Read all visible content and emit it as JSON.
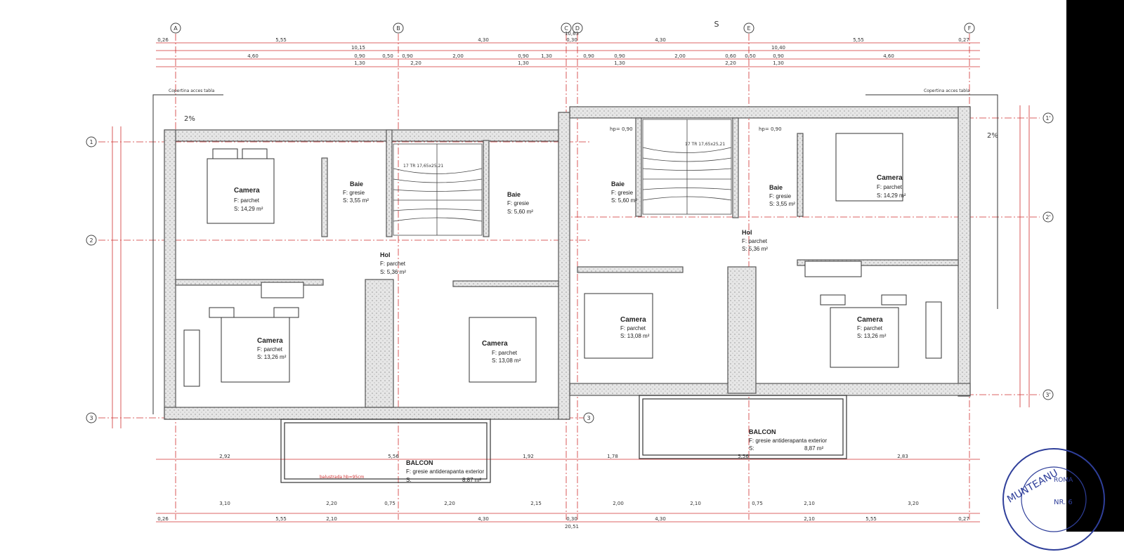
{
  "rooms": {
    "camera_nw": {
      "name": "Camera",
      "finish": "F:  parchet",
      "area": "S: 14,29 m²"
    },
    "baie_1": {
      "name": "Baie",
      "finish": "F:  gresie",
      "area": "S: 3,55 m²"
    },
    "baie_2": {
      "name": "Baie",
      "finish": "F:  gresie",
      "area": "S: 5,60 m²"
    },
    "baie_3": {
      "name": "Baie",
      "finish": "F:  gresie",
      "area": "S: 5,60 m²"
    },
    "baie_4": {
      "name": "Baie",
      "finish": "F:  gresie",
      "area": "S: 3,55 m²"
    },
    "camera_ne": {
      "name": "Camera",
      "finish": "F:  parchet",
      "area": "S: 14,29 m²"
    },
    "hol_w": {
      "name": "Hol",
      "finish": "F:  parchet",
      "area": "S: 5,36 m²"
    },
    "hol_e": {
      "name": "Hol",
      "finish": "F:  parchet",
      "area": "S: 5,36 m²"
    },
    "camera_sw": {
      "name": "Camera",
      "finish": "F:  parchet",
      "area": "S: 13,26 m²"
    },
    "camera_sc_w": {
      "name": "Camera",
      "finish": "F:  parchet",
      "area": "S: 13,08 m²"
    },
    "camera_sc_e": {
      "name": "Camera",
      "finish": "F:  parchet",
      "area": "S: 13,08 m²"
    },
    "camera_se": {
      "name": "Camera",
      "finish": "F:  parchet",
      "area": "S: 13,26 m²"
    },
    "balcon_w": {
      "name": "BALCON",
      "finish": "F: gresie antiderapanta exterior",
      "area_label": "S:",
      "area": "8,87 m²"
    },
    "balcon_e": {
      "name": "BALCON",
      "finish": "F: gresie antiderapanta exterior",
      "area_label": "S:",
      "area": "8,87 m²"
    }
  },
  "axes": {
    "columns": [
      "A",
      "B",
      "C",
      "D",
      "E",
      "F"
    ],
    "rows_left": [
      "1",
      "2",
      "3"
    ],
    "rows_right": [
      "1'",
      "2'",
      "3'"
    ],
    "section_mark": "S"
  },
  "dims": {
    "top1": [
      "0,26",
      "5,55",
      "4,30",
      "10,63",
      "0,30",
      "4,30",
      "5,55",
      "0,27"
    ],
    "top2": [
      "10,15",
      "10,40"
    ],
    "top3": [
      "4,60",
      "0,90",
      "0,50",
      "0,90",
      "2,00",
      "0,90",
      "1,30",
      "0,90",
      "0,90",
      "2,00",
      "0,60",
      "0,50",
      "0,90",
      "4,60"
    ],
    "top4": [
      "1,30",
      "2,20",
      "1,30",
      "1,30",
      "2,20",
      "1,30"
    ],
    "bottom1": [
      "2,92",
      "5,56",
      "1,92",
      "1,78",
      "5,56",
      "2,83"
    ],
    "bottom2": [
      "3,10",
      "2,20",
      "0,75",
      "2,20",
      "2,15",
      "2,00",
      "2,10",
      "0,75",
      "2,10",
      "3,20"
    ],
    "bottom3": [
      "0,26",
      "5,55",
      "2,10",
      "4,30",
      "0,30",
      "4,30",
      "2,10",
      "5,55",
      "0,27"
    ],
    "bottom_total": "20,51"
  },
  "notes": {
    "copertina_w": "Copertina acces tabla",
    "copertina_e": "Copertina acces tabla",
    "slope_w": "2%",
    "slope_e": "2%",
    "stair_w": "17 TR 17,65x25,21",
    "stair_e": "17 TR 17,65x25,21",
    "hp_w": "hp= 0,90",
    "hp_e": "hp= 0,90",
    "balustrada": "balustrada hb=95cm"
  },
  "stamp": {
    "name": "MUNTEANU",
    "country": "ROMA",
    "number": "NR. 6"
  },
  "colors": {
    "line": "#3a3a3a",
    "dim": "#d03030",
    "wall": "#8a8a8a",
    "seal": "#2f3f9a"
  }
}
